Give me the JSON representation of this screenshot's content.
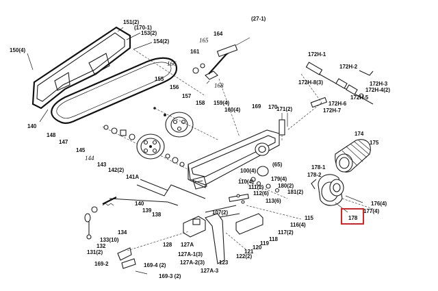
{
  "diagram": {
    "highlight_color": "#e02020",
    "ink_color": "#1a1a1a",
    "labels": {
      "p150": "150(4)",
      "p151": "151(2)",
      "p170_1": "(170-1)",
      "p153": "153(2)",
      "p154": "154(2)",
      "p140a": "140",
      "p148": "148",
      "p147": "147",
      "p145": "145",
      "p144": "144",
      "p143": "143",
      "p142": "142(2)",
      "p141a": "141A",
      "p155": "155",
      "p156": "156",
      "p157": "157",
      "p158": "158",
      "p159": "159(4)",
      "p160": "160(4)",
      "p169": "169",
      "p170": "170",
      "p171": "171(2)",
      "p165": "165",
      "p164": "164",
      "p27_1": "(27-1)",
      "p166": "166",
      "p161": "161",
      "p168": "168",
      "p172h1": "172H-1",
      "p172h2": "172H-2",
      "p172h3": "172H-3",
      "p172h4": "172H-4(2)",
      "p172h8": "172H-8(3)",
      "p172h5": "172H-5",
      "p172h6": "172H-6",
      "p172h7": "172H-7",
      "p174": "174",
      "p175": "175",
      "p178_1": "178-1",
      "p178_2": "178-2",
      "p100": "100(4)",
      "p65": "(65)",
      "p179": "179(4)",
      "p110": "110(4)",
      "p111": "111(2)",
      "p112": "112(6)",
      "p180": "180(2)",
      "p181": "181(2)",
      "p113": "113(6)",
      "p176": "176(4)",
      "p177": "177(4)",
      "p178": "178",
      "p140b": "140",
      "p139": "139",
      "p138": "138",
      "p134": "134",
      "p133": "133(10)",
      "p132": "132",
      "p131": "131(2)",
      "p107": "107(2)",
      "p115": "115",
      "p116": "116(4)",
      "p117": "117(2)",
      "p118": "118",
      "p119": "119",
      "p120": "120",
      "p121": "121",
      "p122": "122(2)",
      "p123": "123",
      "p128": "128",
      "p127a": "127A",
      "p127a1": "127A-1(3)",
      "p127a2": "127A-2(3)",
      "p127a3": "127A-3",
      "p169_2": "169-2",
      "p169_4": "169-4 (2)",
      "p169_3": "169-3 (2)"
    }
  }
}
